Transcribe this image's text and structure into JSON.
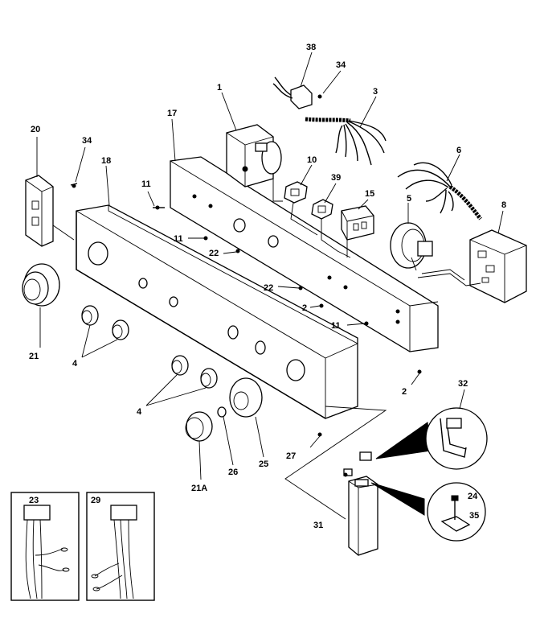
{
  "labels": {
    "l1": "1",
    "l2a": "2",
    "l2b": "2",
    "l3": "3",
    "l4a": "4",
    "l4b": "4",
    "l5": "5",
    "l6": "6",
    "l8": "8",
    "l10": "10",
    "l11a": "11",
    "l11b": "11",
    "l11c": "11",
    "l15": "15",
    "l17": "17",
    "l18": "18",
    "l20": "20",
    "l21": "21",
    "l21a": "21A",
    "l22a": "22",
    "l22b": "22",
    "l23": "23",
    "l24": "24",
    "l25": "25",
    "l26": "26",
    "l27": "27",
    "l29": "29",
    "l31": "31",
    "l32": "32",
    "l34a": "34",
    "l34b": "34",
    "l35": "35",
    "l38": "38",
    "l39": "39"
  }
}
